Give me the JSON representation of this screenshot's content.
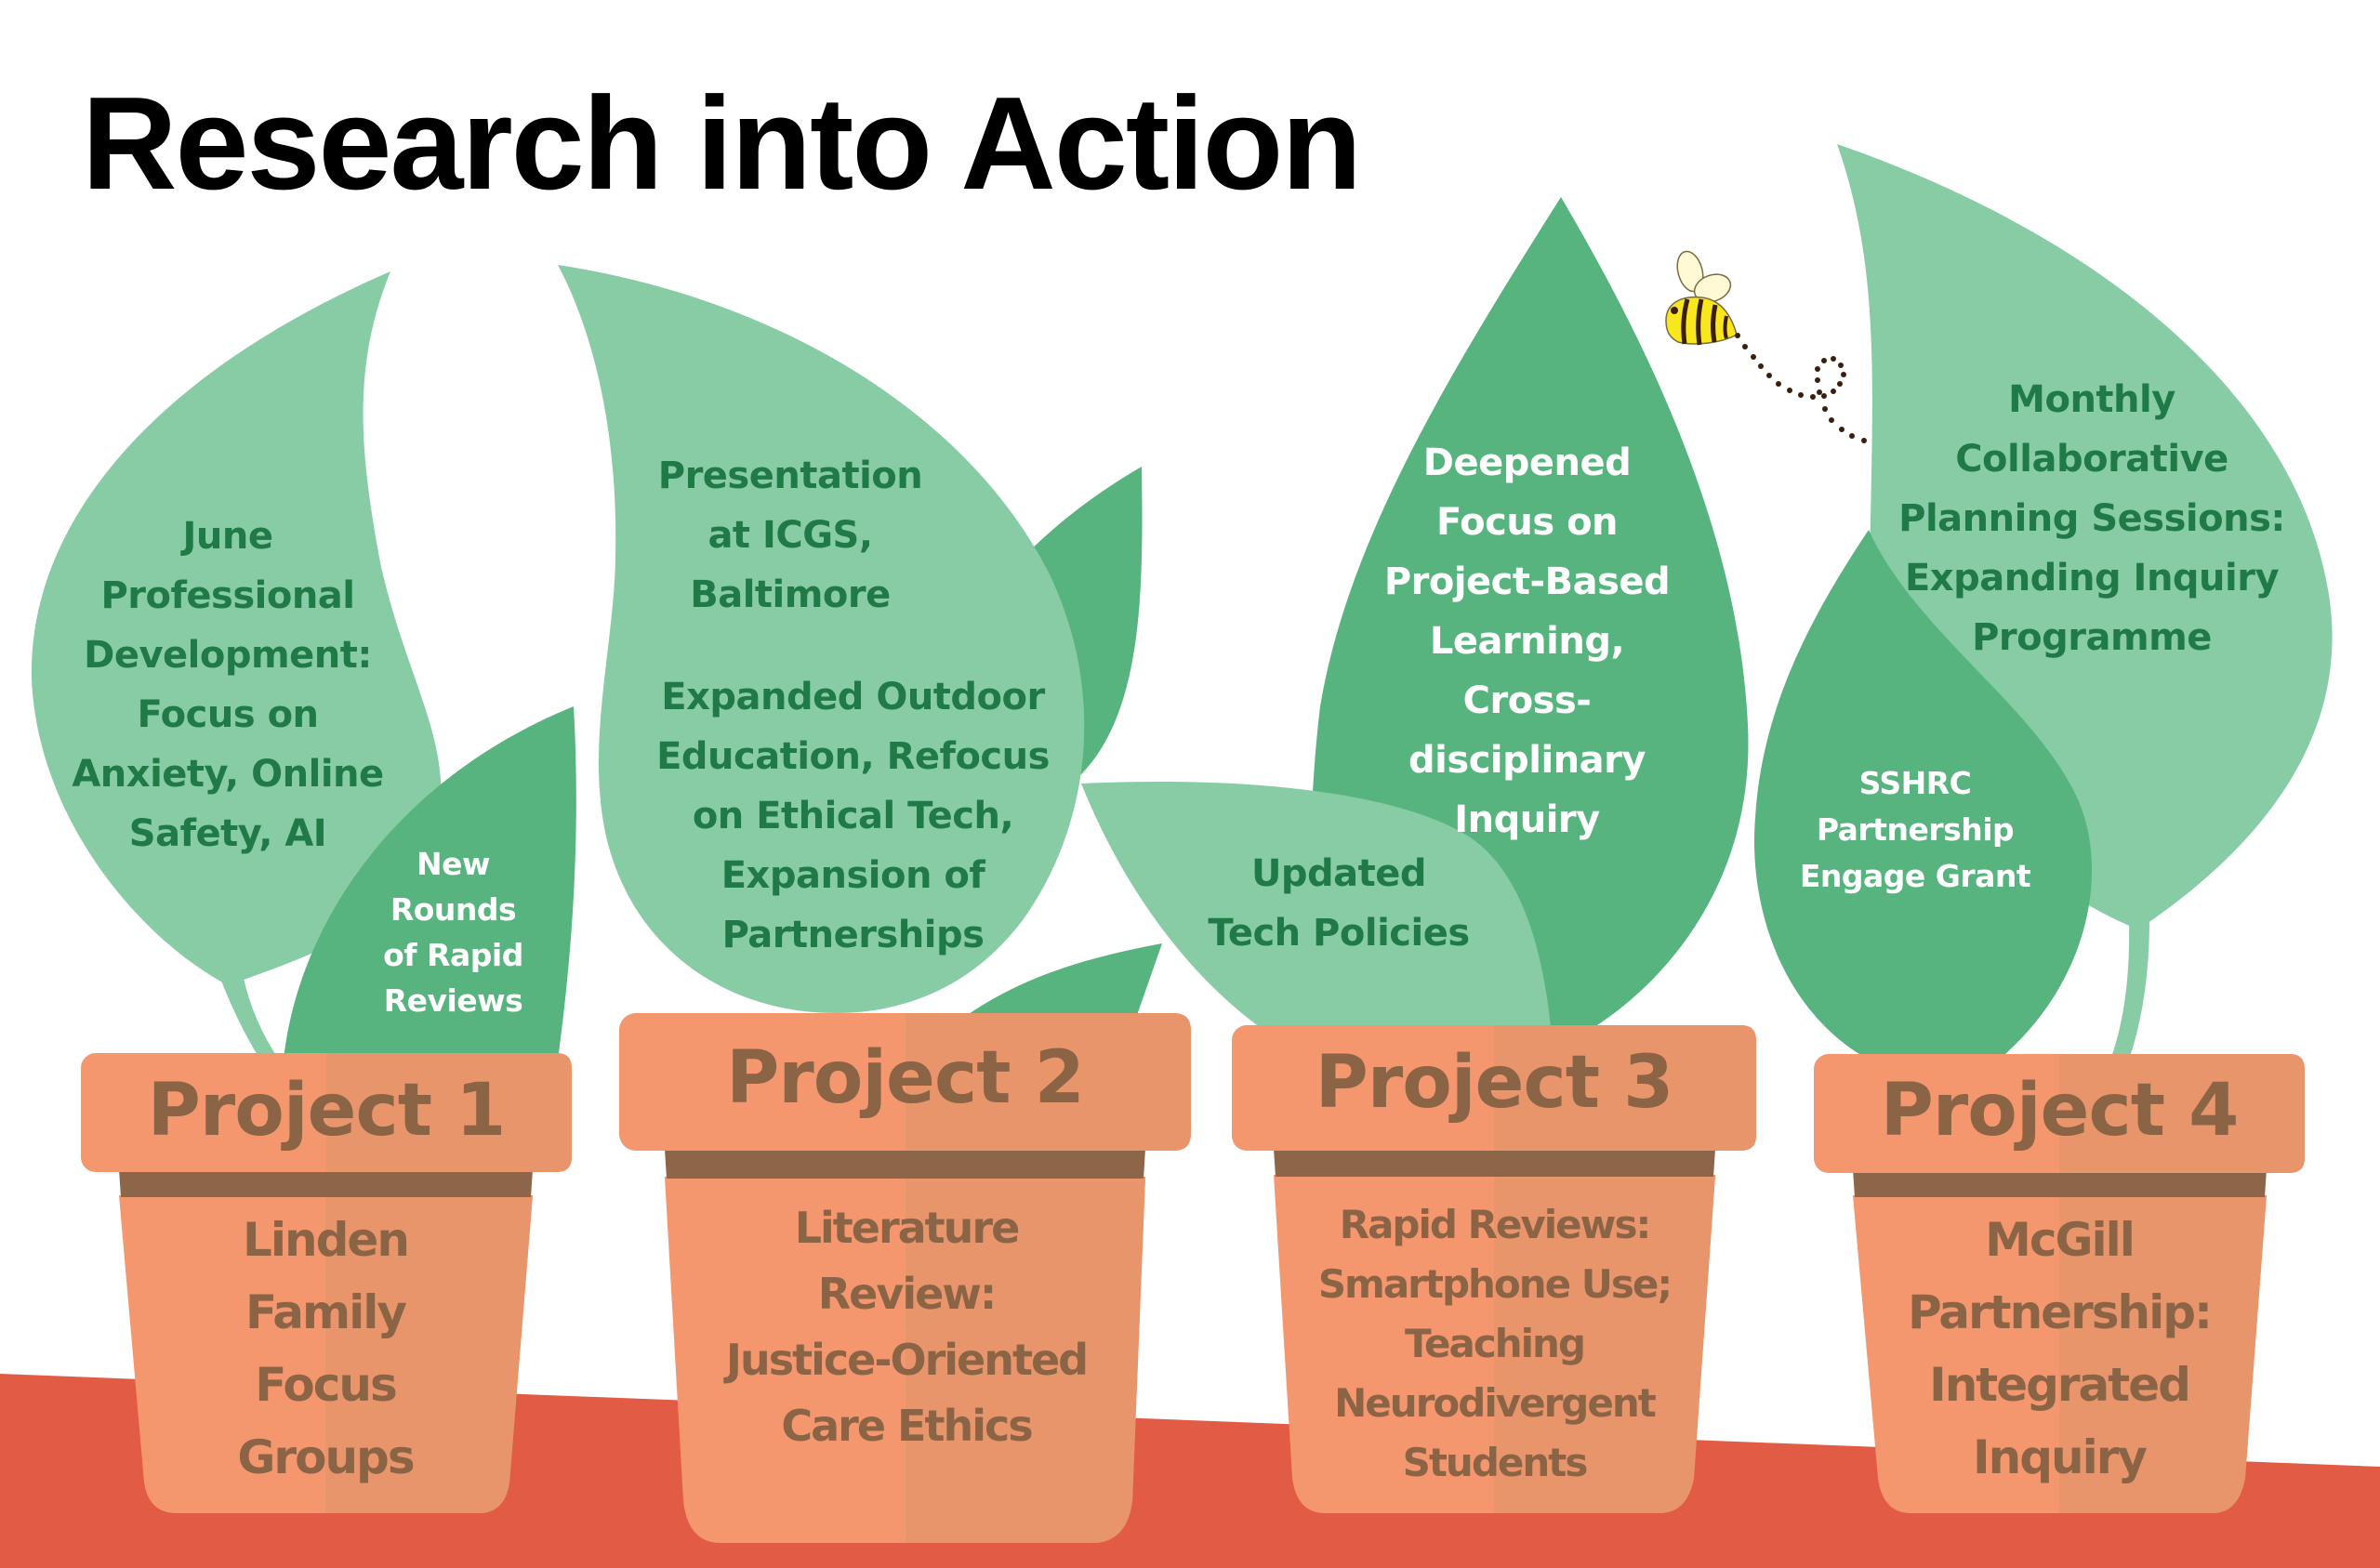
{
  "title": "Research into Action",
  "colors": {
    "leaf_light": "#88CCA6",
    "leaf_dark": "#58B47E",
    "leaf_text_dark": "#1F7A47",
    "leaf_text_light": "#FFFFFF",
    "pot_light": "#F4976F",
    "pot_shade": "#E8956C",
    "pot_band": "#8D6548",
    "pot_text": "#8B6446",
    "floor": "#E25B45",
    "bee_body": "#F8E71C",
    "bee_stripe": "#3B1F0E",
    "bee_wing": "#FFF9D6"
  },
  "projects": [
    {
      "label": "Project 1",
      "pot_text": "Linden\nFamily\nFocus\nGroups",
      "leaves": [
        {
          "text": "June\nProfessional\nDevelopment:\nFocus on\nAnxiety, Online\nSafety, AI",
          "tone": "light"
        },
        {
          "text": "New\nRounds\nof Rapid\nReviews",
          "tone": "dark"
        }
      ]
    },
    {
      "label": "Project 2",
      "pot_text": "Literature\nReview:\nJustice-Oriented\nCare Ethics",
      "leaves": [
        {
          "text": "Presentation\nat ICGS,\nBaltimore",
          "tone": "light"
        },
        {
          "text": "Expanded Outdoor\nEducation, Refocus\non Ethical Tech,\nExpansion of\nPartnerships",
          "tone": "light"
        }
      ]
    },
    {
      "label": "Project 3",
      "pot_text": "Rapid Reviews:\nSmartphone Use;\nTeaching\nNeurodivergent\nStudents",
      "leaves": [
        {
          "text": "Updated\nTech Policies",
          "tone": "light"
        },
        {
          "text": "Deepened\nFocus on\nProject-Based\nLearning,\nCross-\ndisciplinary\nInquiry",
          "tone": "dark"
        }
      ]
    },
    {
      "label": "Project 4",
      "pot_text": "McGill\nPartnership:\nIntegrated\nInquiry",
      "leaves": [
        {
          "text": "Monthly\nCollaborative\nPlanning Sessions:\nExpanding Inquiry\nProgramme",
          "tone": "light"
        },
        {
          "text": "SSHRC\nPartnership\nEngage Grant",
          "tone": "dark"
        }
      ]
    }
  ],
  "decorations": {
    "bee": "bee-icon",
    "bee_trail": "dotted-flight-path"
  }
}
